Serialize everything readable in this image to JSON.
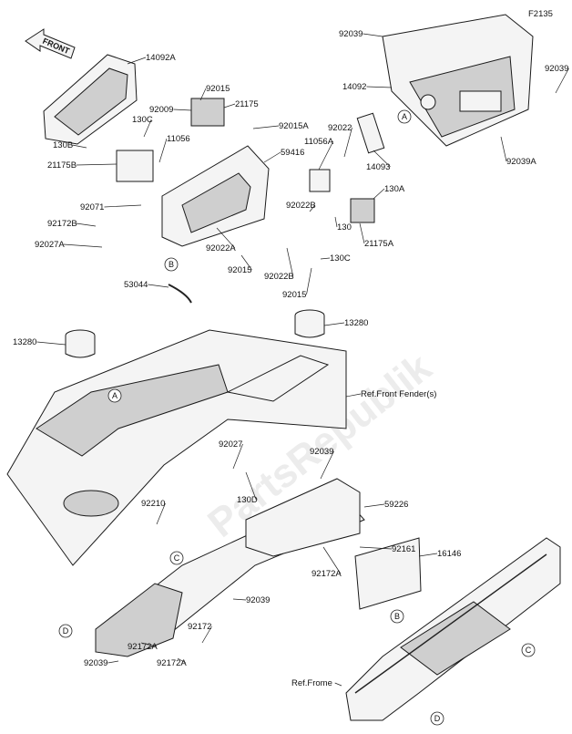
{
  "figure_code": "F2135",
  "front_label": "FRONT",
  "watermark": "PartsRepublik",
  "part_labels": [
    "92039",
    "14092",
    "92039",
    "14092A",
    "92015",
    "21175",
    "92009",
    "130C",
    "92015A",
    "92022",
    "11056",
    "130B",
    "21175B",
    "59416",
    "11056A",
    "14093",
    "92039A",
    "130A",
    "92071",
    "92022B",
    "130",
    "92172B",
    "92027A",
    "21175A",
    "130C",
    "92022A",
    "92015",
    "92022B",
    "53044",
    "92015",
    "13280",
    "13280",
    "Ref.Front Fender(s)",
    "92027",
    "92039",
    "130D",
    "59226",
    "92210",
    "92161",
    "16146",
    "92172A",
    "92039",
    "92172",
    "92172A",
    "92039",
    "92172A",
    "Ref.Frome"
  ],
  "callouts": [
    "A",
    "B",
    "A",
    "C",
    "D",
    "B",
    "C",
    "D"
  ],
  "colors": {
    "line": "#1a1a1a",
    "fill": "#f4f4f4",
    "shade": "#cfcfcf",
    "watermark": "#ececec"
  }
}
